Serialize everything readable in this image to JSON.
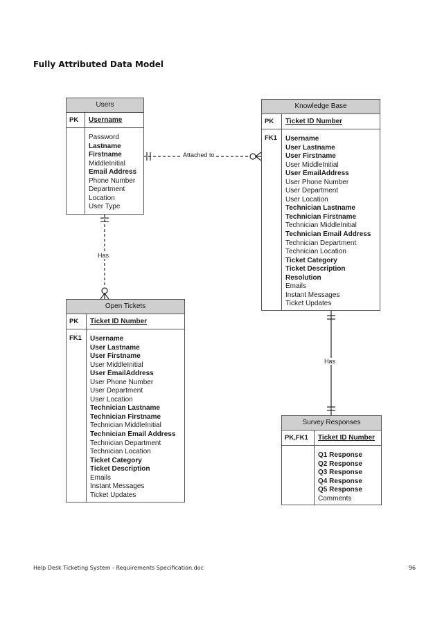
{
  "page": {
    "title": "Fully Attributed Data Model",
    "footer": "Help Desk Ticketing System - Requirements Specification.doc",
    "page_number": "96"
  },
  "entities": {
    "users": {
      "name": "Users",
      "pk_label": "PK",
      "pk_field": "Username",
      "attributes": [
        {
          "text": "Password",
          "bold": false
        },
        {
          "text": "Lastname",
          "bold": true
        },
        {
          "text": "Firstname",
          "bold": true
        },
        {
          "text": "MiddleInitial",
          "bold": false
        },
        {
          "text": "Email Address",
          "bold": true
        },
        {
          "text": "Phone Number",
          "bold": false
        },
        {
          "text": "Department",
          "bold": false
        },
        {
          "text": "Location",
          "bold": false
        },
        {
          "text": "User Type",
          "bold": false
        }
      ]
    },
    "knowledge_base": {
      "name": "Knowledge Base",
      "pk_label": "PK",
      "pk_field": "Ticket ID Number",
      "fk_label": "FK1",
      "attributes": [
        {
          "text": "Username",
          "bold": true
        },
        {
          "text": "User Lastname",
          "bold": true
        },
        {
          "text": "User Firstname",
          "bold": true
        },
        {
          "text": "User MiddleInitial",
          "bold": false
        },
        {
          "text": "User EmailAddress",
          "bold": true
        },
        {
          "text": "User Phone Number",
          "bold": false
        },
        {
          "text": "User Department",
          "bold": false
        },
        {
          "text": "User Location",
          "bold": false
        },
        {
          "text": "Technician Lastname",
          "bold": true
        },
        {
          "text": "Technician Firstname",
          "bold": true
        },
        {
          "text": "Technician MiddleInitial",
          "bold": false
        },
        {
          "text": "Technician Email Address",
          "bold": true
        },
        {
          "text": "Technician Department",
          "bold": false
        },
        {
          "text": "Technician Location",
          "bold": false
        },
        {
          "text": "Ticket Category",
          "bold": true
        },
        {
          "text": "Ticket Description",
          "bold": true
        },
        {
          "text": "Resolution",
          "bold": true
        },
        {
          "text": "Emails",
          "bold": false
        },
        {
          "text": "Instant Messages",
          "bold": false
        },
        {
          "text": "Ticket Updates",
          "bold": false
        }
      ]
    },
    "open_tickets": {
      "name": "Open Tickets",
      "pk_label": "PK",
      "pk_field": "Ticket ID Number",
      "fk_label": "FK1",
      "attributes": [
        {
          "text": "Username",
          "bold": true
        },
        {
          "text": "User Lastname",
          "bold": true
        },
        {
          "text": "User Firstname",
          "bold": true
        },
        {
          "text": "User MiddleInitial",
          "bold": false
        },
        {
          "text": "User EmailAddress",
          "bold": true
        },
        {
          "text": "User Phone Number",
          "bold": false
        },
        {
          "text": "User Department",
          "bold": false
        },
        {
          "text": "User Location",
          "bold": false
        },
        {
          "text": "Technician Lastname",
          "bold": true
        },
        {
          "text": "Technician Firstname",
          "bold": true
        },
        {
          "text": "Technician MiddleInitial",
          "bold": false
        },
        {
          "text": "Technician Email Address",
          "bold": true
        },
        {
          "text": "Technician Department",
          "bold": false
        },
        {
          "text": "Technician Location",
          "bold": false
        },
        {
          "text": "Ticket Category",
          "bold": true
        },
        {
          "text": "Ticket Description",
          "bold": true
        },
        {
          "text": "Emails",
          "bold": false
        },
        {
          "text": "Instant Messages",
          "bold": false
        },
        {
          "text": "Ticket Updates",
          "bold": false
        }
      ]
    },
    "survey_responses": {
      "name": "Survey Responses",
      "pk_label": "PK,FK1",
      "pk_field": "Ticket ID Number",
      "attributes": [
        {
          "text": "Q1 Response",
          "bold": true
        },
        {
          "text": "Q2 Response",
          "bold": true
        },
        {
          "text": "Q3 Response",
          "bold": true
        },
        {
          "text": "Q4 Response",
          "bold": true
        },
        {
          "text": "Q5 Response",
          "bold": true
        },
        {
          "text": "Comments",
          "bold": false
        }
      ]
    }
  },
  "relationships": {
    "users_kb": "Attached to",
    "users_tickets": "Has",
    "kb_survey": "Has"
  }
}
